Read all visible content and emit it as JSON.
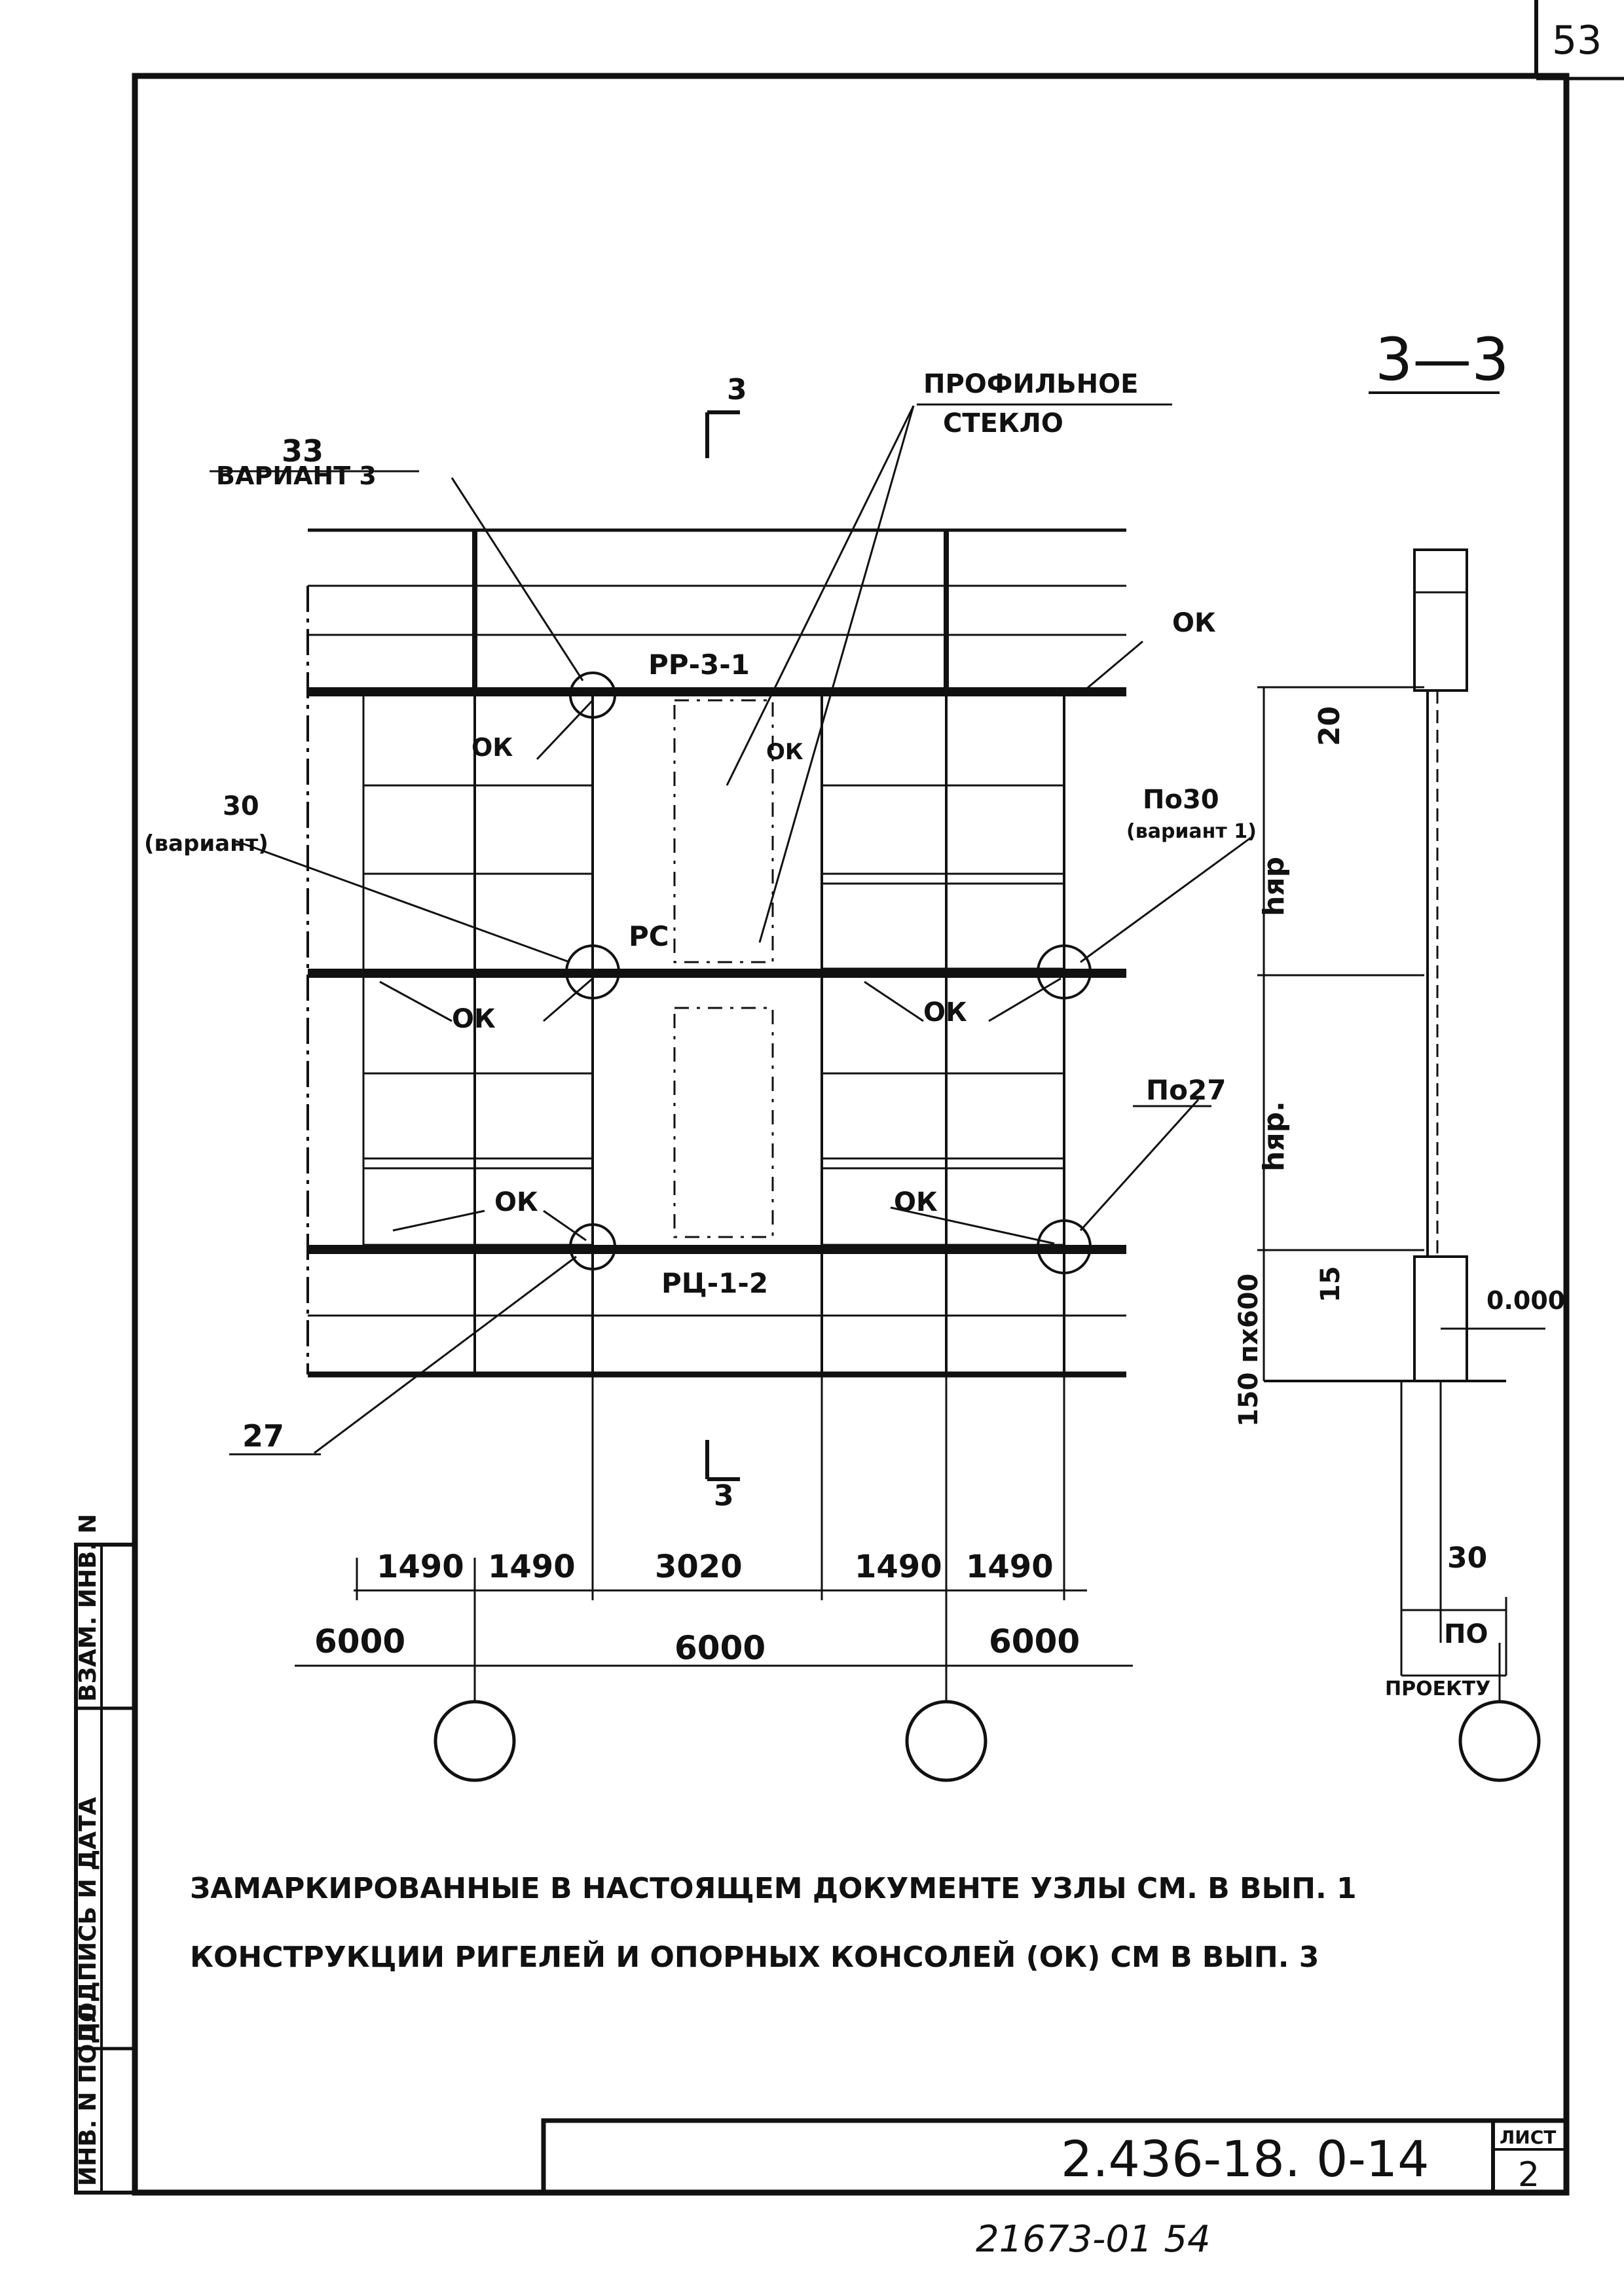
{
  "sheet": {
    "page_number_top": "53",
    "section_label": "3—3",
    "stamp_label": "ЛИСТ",
    "sheet_no": "2",
    "doc_code": "2.436-18. 0-14",
    "archive_no": "21673-01   54"
  },
  "side_stamp": {
    "inv_orig": "ИНВ. N ПОДЛ.",
    "sign_date": "ПОДПИСЬ И ДАТА",
    "replaces": "ВЗАМ. ИНВ. N"
  },
  "labels": {
    "section_mark": "3",
    "profile_glass_1": "ПРОФИЛЬНОЕ",
    "profile_glass_2": "СТЕКЛО",
    "node33": "33",
    "node33_var": "ВАРИАНТ 3",
    "node30": "30",
    "node30_var": "(вариант)",
    "node_po30": "По30",
    "node_po30_var": "(вариант 1)",
    "node_po27": "По27",
    "node27": "27",
    "rr": "РР-3-1",
    "rs": "РС",
    "rc": "РЦ-1-2",
    "ok": "ОК"
  },
  "dimensions": {
    "bays": [
      "1490",
      "1490",
      "3020",
      "1490",
      "1490"
    ],
    "spans": [
      "6000",
      "6000",
      "6000"
    ],
    "d20": "20",
    "h1": "hяр",
    "h2": "hяр.",
    "d15": "15",
    "nx600": "150  пх600",
    "elev": "0.000",
    "d30": "30",
    "po": "ПО",
    "proektu": "ПРОЕКТУ"
  },
  "notes": [
    "ЗАМАРКИРОВАННЫЕ В НАСТОЯЩЕМ ДОКУМЕНТЕ УЗЛЫ СМ. В ВЫП. 1",
    "КОНСТРУКЦИИ РИГЕЛЕЙ И ОПОРНЫХ КОНСОЛЕЙ (ОК) СМ В ВЫП. 3"
  ]
}
